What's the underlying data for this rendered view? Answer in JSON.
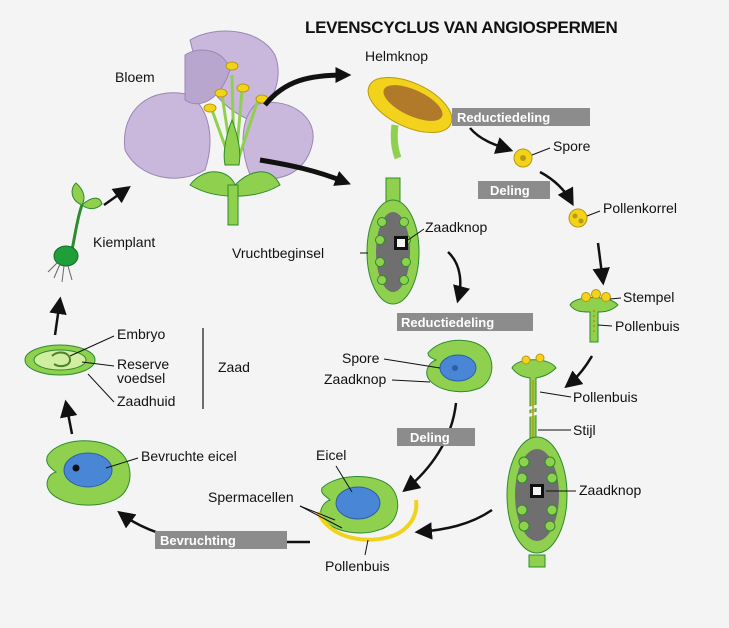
{
  "title": "LEVENSCYCLUS VAN ANGIOSPERMEN",
  "labels": {
    "bloem": "Bloem",
    "helmknop": "Helmknop",
    "spore_top": "Spore",
    "pollenkorrel": "Pollenkorrel",
    "stempel": "Stempel",
    "pollenbuis_top": "Pollenbuis",
    "pollenbuis_right": "Pollenbuis",
    "stijl": "Stijl",
    "zaadknop_right": "Zaadknop",
    "zaadknop_top": "Zaadknop",
    "vruchtbeginsel": "Vruchtbeginsel",
    "spore_mid": "Spore",
    "zaadknop_mid": "Zaadknop",
    "eicel": "Eicel",
    "spermacellen": "Spermacellen",
    "pollenbuis_bottom": "Pollenbuis",
    "bevruchte_eicel": "Bevruchte eicel",
    "embryo": "Embryo",
    "reserve_voedsel_1": "Reserve",
    "reserve_voedsel_2": "voedsel",
    "zaadhuid": "Zaadhuid",
    "zaad": "Zaad",
    "kiemplant": "Kiemplant"
  },
  "stages": {
    "reductiedeling_top": "Reductiedeling",
    "deling_top": "Deling",
    "reductiedeling_mid": "Reductiedeling",
    "deling_mid": "Deling",
    "bevruchting": "Bevruchting"
  },
  "colors": {
    "petal": "#c9b7dc",
    "petal_stroke": "#9a86b5",
    "plant_green": "#8fd14f",
    "dark_green": "#2e8b2e",
    "pollen_yellow": "#f2d21b",
    "anther_brown": "#b07a2a",
    "cell_blue": "#4a86d6",
    "badge_gray": "#8c8c8c",
    "arrow": "#111111"
  }
}
